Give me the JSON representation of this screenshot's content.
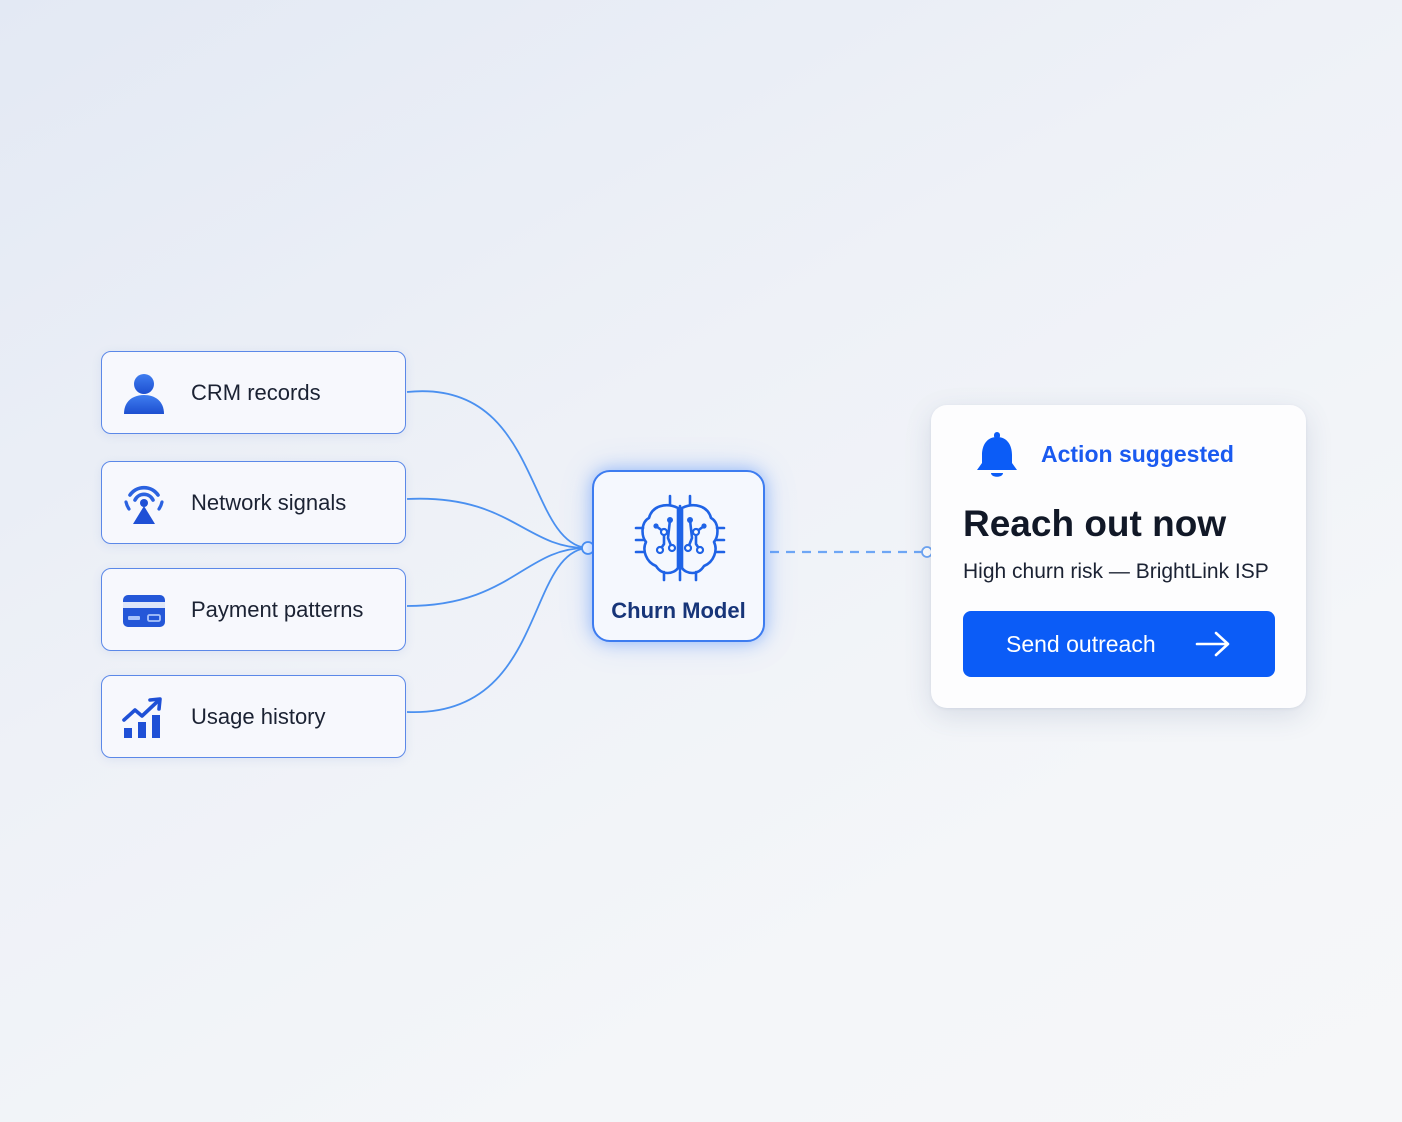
{
  "colors": {
    "accent": "#0b5cf7",
    "card_border": "#5b88e8",
    "connector": "#4a90f0",
    "icon": "#1f50d6"
  },
  "sources": [
    {
      "label": "CRM records",
      "icon": "user-icon"
    },
    {
      "label": "Network signals",
      "icon": "signal-tower-icon"
    },
    {
      "label": "Payment patterns",
      "icon": "credit-card-icon"
    },
    {
      "label": "Usage history",
      "icon": "bar-chart-trend-icon"
    }
  ],
  "model": {
    "label": "Churn Model",
    "icon": "brain-chip-icon"
  },
  "action": {
    "badge": "Action suggested",
    "badge_icon": "bell-icon",
    "headline": "Reach out now",
    "subtext": "High churn risk — BrightLink ISP",
    "button_label": "Send outreach",
    "button_icon": "arrow-right-icon"
  }
}
